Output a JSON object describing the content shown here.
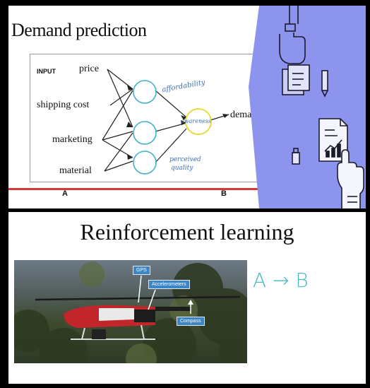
{
  "top": {
    "title": "Demand prediction",
    "input_tag": "INPUT",
    "inputs": [
      "price",
      "shipping cost",
      "marketing",
      "material"
    ],
    "hidden_labels": [
      "affordability",
      "awareness",
      "perceived quality"
    ],
    "output": "demand",
    "corner_a": "A",
    "corner_b": "B",
    "colors": {
      "neuron": "#3fb2c9",
      "output_neuron": "#e9d630",
      "handwriting": "#3b6fb6",
      "side_panel": "#8d94ee",
      "rule": "#d43a3a"
    },
    "icons": [
      "hand-watch-icon",
      "documents-icon",
      "pen-icon",
      "usb-drive-icon",
      "report-chart-icon",
      "pointing-hand-icon"
    ]
  },
  "bottom": {
    "title": "Reinforcement learning",
    "annotations": {
      "gps": "GPS",
      "accelerometers": "Accelerometers",
      "compass": "Compass"
    },
    "handwritten": "A → B"
  }
}
